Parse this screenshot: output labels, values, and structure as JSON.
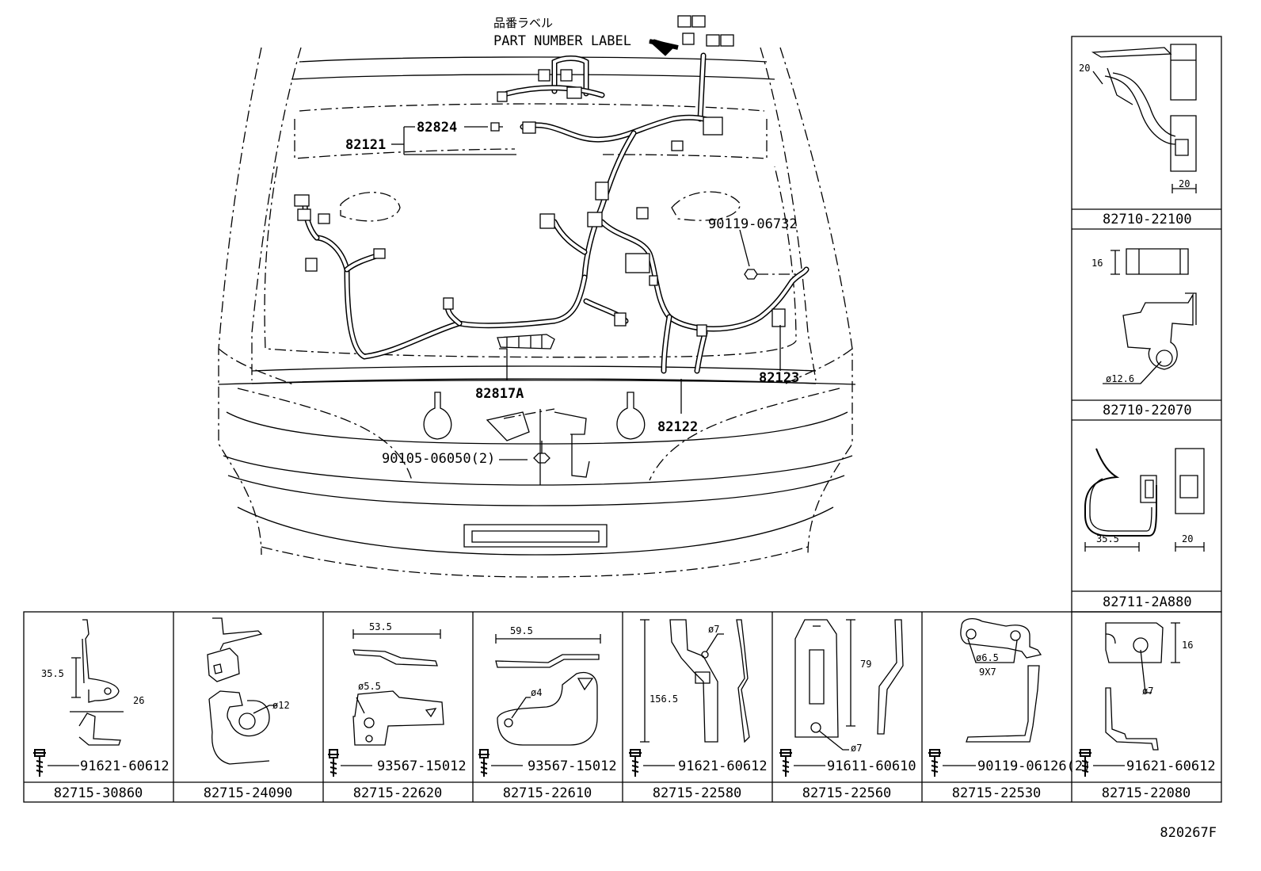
{
  "diagram_id": "820267F",
  "main": {
    "label_jp": "品番ラベル",
    "label_en": "PART NUMBER LABEL",
    "callouts": {
      "c82824": "82824",
      "c82121": "82121",
      "c90119_06732": "90119-06732",
      "c82817a": "82817A",
      "c82123": "82123",
      "c82122": "82122",
      "c90105": "90105-06050(2)"
    }
  },
  "side_panels": [
    {
      "part": "82710-22100",
      "dims": [
        "20",
        "20"
      ]
    },
    {
      "part": "82710-22070",
      "dims": [
        "16",
        "ø12.6"
      ]
    },
    {
      "part": "82711-2A880",
      "dims": [
        "35.5",
        "20"
      ]
    }
  ],
  "bottom_panels": [
    {
      "part": "82715-30860",
      "fastener": "91621-60612",
      "dims": [
        "35.5",
        "26"
      ]
    },
    {
      "part": "82715-24090",
      "fastener": "",
      "dims": [
        "ø12"
      ]
    },
    {
      "part": "82715-22620",
      "fastener": "93567-15012",
      "dims": [
        "53.5",
        "ø5.5"
      ]
    },
    {
      "part": "82715-22610",
      "fastener": "93567-15012",
      "dims": [
        "59.5",
        "ø4"
      ]
    },
    {
      "part": "82715-22580",
      "fastener": "91621-60612",
      "dims": [
        "ø7",
        "156.5"
      ]
    },
    {
      "part": "82715-22560",
      "fastener": "91611-60610",
      "dims": [
        "79",
        "ø7"
      ]
    },
    {
      "part": "82715-22530",
      "fastener": "90119-06126(2)",
      "dims": [
        "ø6.5",
        "9X7"
      ]
    },
    {
      "part": "82715-22080",
      "fastener": "91621-60612",
      "dims": [
        "16",
        "ø7"
      ]
    }
  ]
}
